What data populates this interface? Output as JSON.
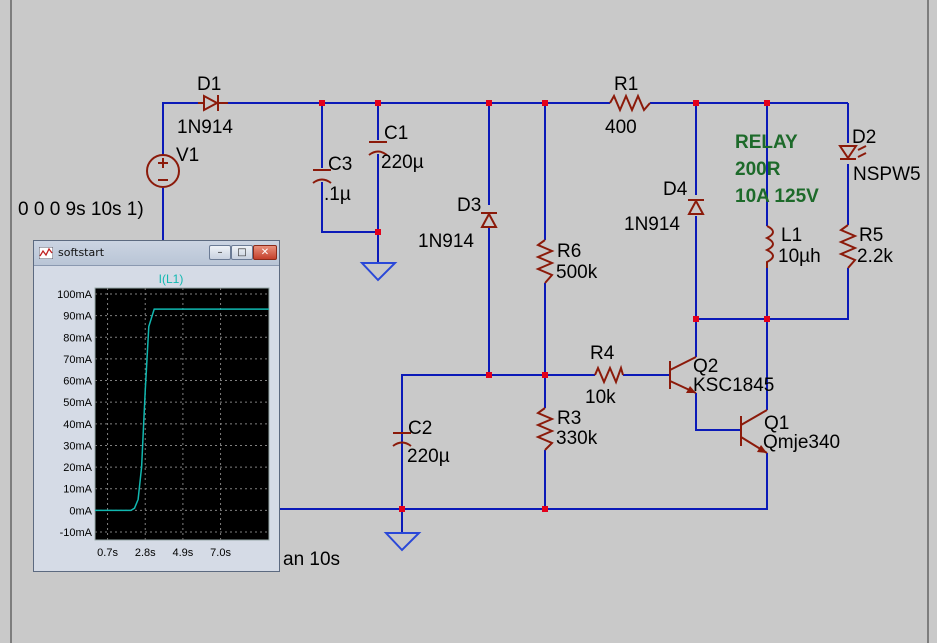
{
  "schematic": {
    "components": {
      "d1": {
        "ref": "D1",
        "value": "1N914"
      },
      "r1": {
        "ref": "R1",
        "value": "400"
      },
      "v1": {
        "ref": "V1",
        "value": "0 0 0 9s 10s 1)"
      },
      "c1": {
        "ref": "C1",
        "value": "220µ"
      },
      "c3": {
        "ref": "C3",
        "value": ".1µ"
      },
      "d3": {
        "ref": "D3",
        "value": "1N914"
      },
      "r6": {
        "ref": "R6",
        "value": "500k"
      },
      "d4": {
        "ref": "D4",
        "value": "1N914"
      },
      "l1": {
        "ref": "L1",
        "value": "10µh"
      },
      "d2": {
        "ref": "D2",
        "value": "NSPW5"
      },
      "r5": {
        "ref": "R5",
        "value": "2.2k"
      },
      "r4": {
        "ref": "R4",
        "value": "10k"
      },
      "q2": {
        "ref": "Q2",
        "value": "KSC1845"
      },
      "q1": {
        "ref": "Q1",
        "value": "Qmje340"
      },
      "c2": {
        "ref": "C2",
        "value": "220µ"
      },
      "r3": {
        "ref": "R3",
        "value": "330k"
      }
    },
    "relay_note": [
      "RELAY",
      "200R",
      "10A 125V"
    ],
    "sim_directive_fragment": "an 10s",
    "colors": {
      "background": "#c9c9c9",
      "wire": "#0b1ab8",
      "component": "#8b1a0a",
      "node": "#e3001b",
      "ground": "#2a48d8",
      "comment": "#1d6a2a"
    }
  },
  "plot_window": {
    "title": "softstart",
    "buttons": {
      "minimize": "–",
      "maximize": "□",
      "close": "✕"
    },
    "icons": {
      "app": "waveform-icon"
    },
    "chart_data": {
      "type": "line",
      "title": "I(L1)",
      "series": [
        {
          "name": "I(L1)",
          "color": "#11b8b0",
          "x": [
            0.0,
            2.0,
            2.2,
            2.4,
            2.6,
            2.8,
            3.0,
            3.3,
            3.6,
            9.7
          ],
          "y": [
            0,
            0,
            1,
            5,
            20,
            55,
            85,
            93,
            93,
            93
          ]
        }
      ],
      "yticks": [
        "100mA",
        "90mA",
        "80mA",
        "70mA",
        "60mA",
        "50mA",
        "40mA",
        "30mA",
        "20mA",
        "10mA",
        "0mA",
        "-10mA"
      ],
      "ytick_values": [
        100,
        90,
        80,
        70,
        60,
        50,
        40,
        30,
        20,
        10,
        0,
        -10
      ],
      "xticks": [
        "0.7s",
        "2.8s",
        "4.9s",
        "7.0s"
      ],
      "xtick_values": [
        0.7,
        2.8,
        4.9,
        7.0
      ],
      "xlim": [
        0.0,
        9.7
      ],
      "ylim": [
        -10,
        100
      ],
      "grid": true,
      "background": "#000000",
      "grid_color": "#808080"
    }
  }
}
